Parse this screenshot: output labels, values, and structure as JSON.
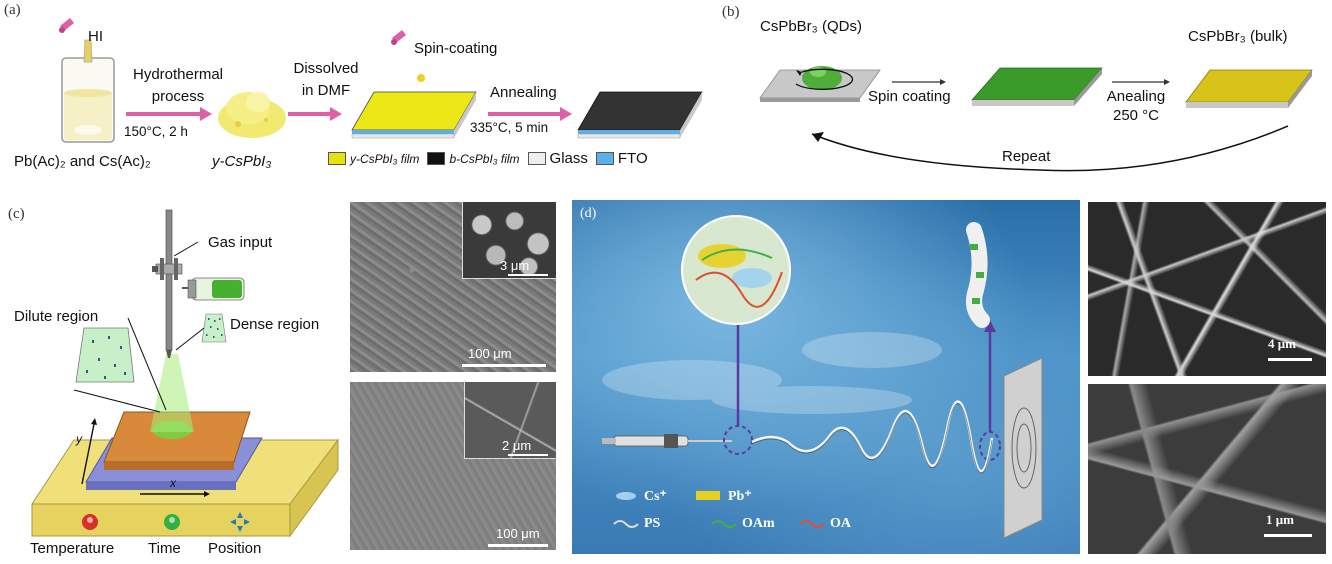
{
  "panel_a": {
    "label": "(a)",
    "hi": "HI",
    "hydro_line1": "Hydrothermal",
    "hydro_line2": "process",
    "hydro_cond": "150°C, 2 h",
    "dissolved_line1": "Dissolved",
    "dissolved_line2": "in DMF",
    "spin": "Spin-coating",
    "annealing": "Annealing",
    "anneal_cond": "335°C, 5 min",
    "precursors": "Pb(Ac)₂ and Cs(Ac)₂",
    "powder": "y-CsPbI₃",
    "legend": [
      {
        "text": "y-CsPbI₃ film",
        "color": "#e8e010"
      },
      {
        "text": "b-CsPbI₃ film",
        "color": "#111111"
      },
      {
        "text": "Glass",
        "color": "#eeeeee"
      },
      {
        "text": "FTO",
        "color": "#5bb0e8"
      }
    ]
  },
  "panel_b": {
    "label": "(b)",
    "qds": "CsPbBr₃ (QDs)",
    "bulk": "CsPbBr₃ (bulk)",
    "spin": "Spin coating",
    "anneal_line1": "Anealing",
    "anneal_line2": "250 °C",
    "repeat": "Repeat"
  },
  "panel_c": {
    "label": "(c)",
    "gas": "Gas input",
    "dilute": "Dilute region",
    "dense": "Dense region",
    "axis_x": "x",
    "axis_y": "y",
    "controls": [
      "Temperature",
      "Time",
      "Position"
    ]
  },
  "sem_c": {
    "top_inset_scale": "3 μm",
    "top_scale": "100 μm",
    "bottom_inset_scale": "2 μm",
    "bottom_scale": "100 μm"
  },
  "panel_d": {
    "label": "(d)",
    "legend": [
      {
        "text": "Cs⁺",
        "color": "#9fd0f0"
      },
      {
        "text": "Pb⁺",
        "color": "#e8d020"
      },
      {
        "text": "PS",
        "color": "#dddddd"
      },
      {
        "text": "OAm",
        "color": "#40b040"
      },
      {
        "text": "OA",
        "color": "#e05030"
      }
    ]
  },
  "sem_d": {
    "top_scale": "4 μm",
    "bottom_scale": "1 μm"
  },
  "colors": {
    "arrow_pink": "#e060a8",
    "film_green": "#3a9a2a",
    "film_yellow": "#d8c418",
    "substrate_yellow": "#f0e07a",
    "substrate_blue": "#8a90d8",
    "substrate_orange": "#d88a3a"
  }
}
